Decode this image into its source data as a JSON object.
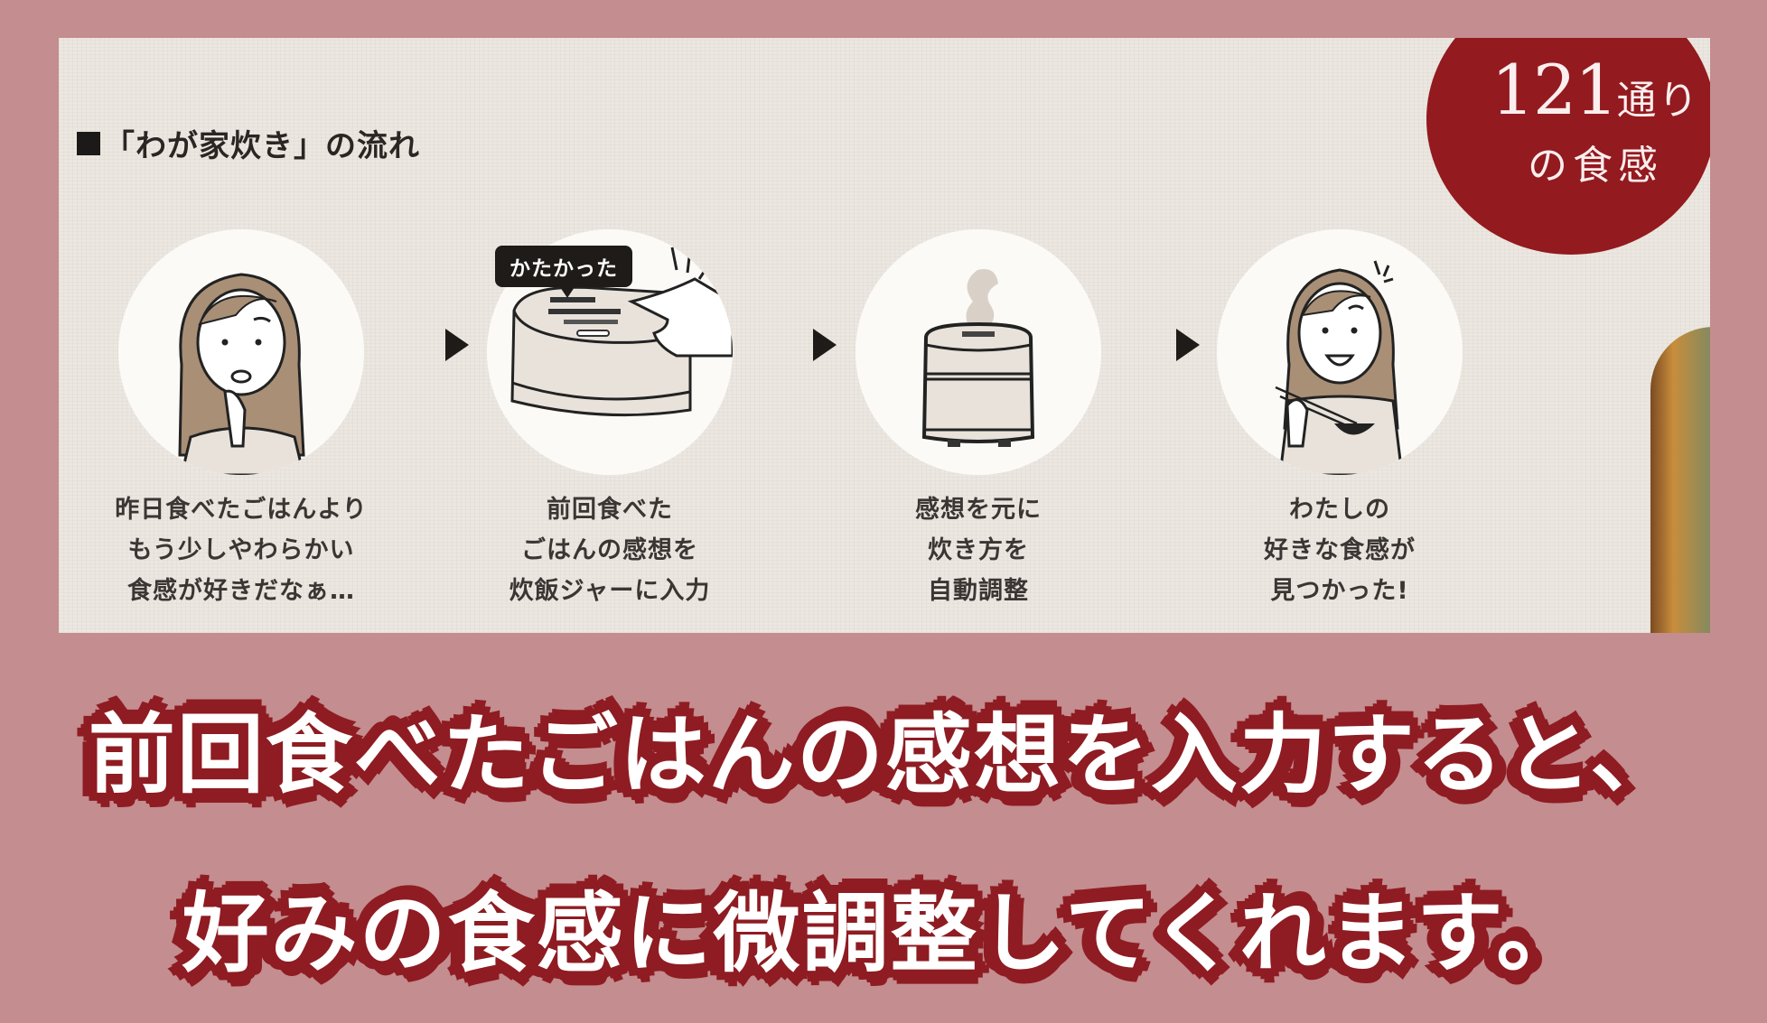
{
  "panel": {
    "section_title": "「わが家炊き」の流れ",
    "badge": {
      "number": "121",
      "suffix": "通り",
      "line2": "の食感"
    },
    "steps": [
      {
        "icon": "thinking-woman-icon",
        "caption_lines": [
          "昨日食べたごはんより",
          "もう少しやわらかい",
          "食感が好きだなぁ…"
        ]
      },
      {
        "icon": "rice-cooker-input-icon",
        "bubble": "かたかった",
        "caption_lines": [
          "前回食べた",
          "ごはんの感想を",
          "炊飯ジャーに入力"
        ]
      },
      {
        "icon": "steaming-rice-cooker-icon",
        "caption_lines": [
          "感想を元に",
          "炊き方を",
          "自動調整"
        ]
      },
      {
        "icon": "happy-woman-eating-icon",
        "caption_lines": [
          "わたしの",
          "好きな食感が",
          "見つかった!"
        ]
      }
    ]
  },
  "headline": {
    "line1": "前回食べたごはんの感想を入力すると、",
    "line2": "好みの食感に微調整してくれます。"
  },
  "colors": {
    "background": "#c48d8f",
    "accent_red": "#931a1f",
    "headline_stroke": "#8e1c22",
    "panel_bg": "#ece7e0"
  }
}
